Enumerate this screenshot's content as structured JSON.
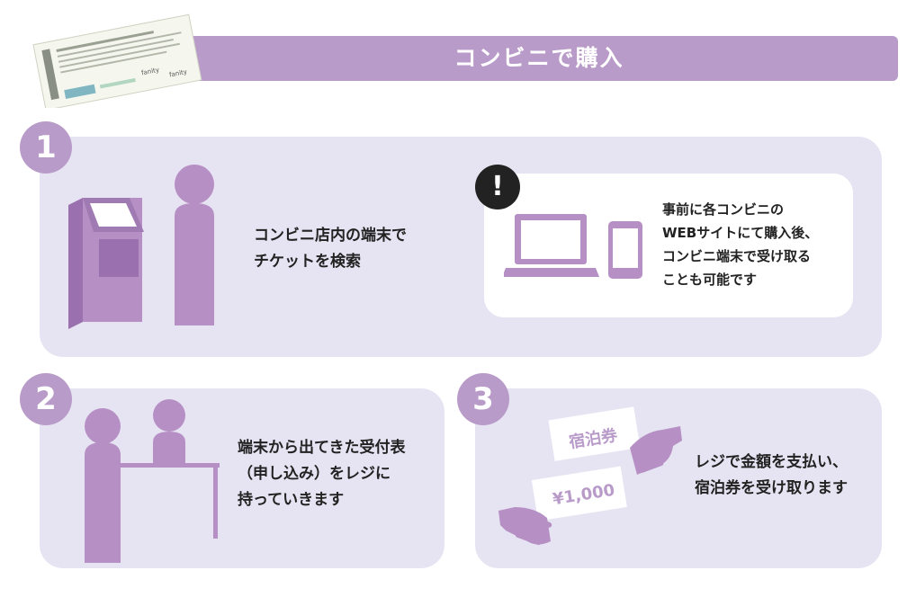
{
  "header": {
    "title": "コンビニで購入",
    "ticket_texts": [
      "fanity",
      "fanity"
    ]
  },
  "steps": [
    {
      "number": "1",
      "lines": [
        "コンビニ店内の端末で",
        "チケットを検索"
      ]
    },
    {
      "number": "2",
      "lines": [
        "端末から出てきた受付表",
        "（申し込み）をレジに",
        "持っていきます"
      ]
    },
    {
      "number": "3",
      "lines": [
        "レジで金額を支払い、",
        "宿泊券を受け取ります"
      ]
    }
  ],
  "note": {
    "mark": "!",
    "lines": [
      "事前に各コンビニの",
      "WEBサイトにて購入後、",
      "コンビニ端末で受け取る",
      "ことも可能です"
    ]
  },
  "cards": {
    "voucher": "宿泊券",
    "money": "¥1,000"
  },
  "colors": {
    "accent": "#b99bc9",
    "panel": "#e6e4f2",
    "figure": "#b68fc4",
    "figure_dark": "#9a70ae"
  }
}
